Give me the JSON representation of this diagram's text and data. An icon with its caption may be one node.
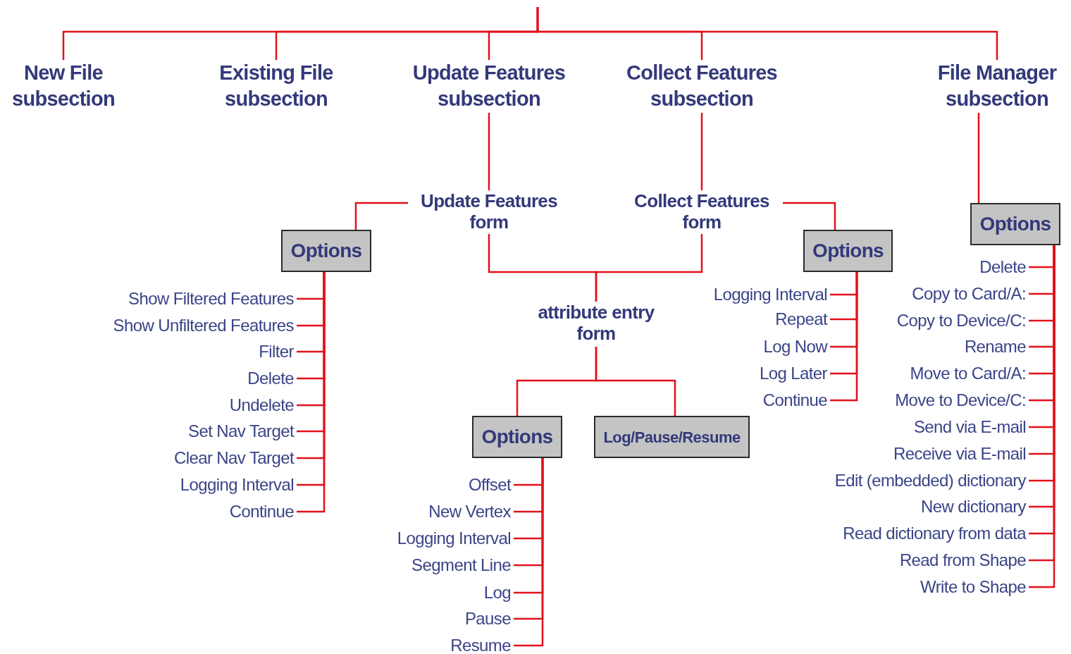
{
  "diagram": {
    "nodes": [
      {
        "text": [
          "New File subsection"
        ]
      },
      {
        "text": [
          "Existing File subsection"
        ]
      },
      {
        "text": [
          "Update Features subsection"
        ]
      },
      {
        "text": [
          "Collect Features subsection"
        ]
      },
      {
        "text": [
          "File Manager subsection"
        ]
      },
      {
        "text": [
          "Update Features form"
        ]
      },
      {
        "text": [
          "Collect Features form"
        ]
      },
      {
        "text": [
          "Options"
        ]
      },
      {
        "text": [
          "Options"
        ]
      },
      {
        "text": [
          "Options"
        ]
      },
      {
        "text": [
          "attribute entry form"
        ]
      },
      {
        "text": [
          "Options"
        ]
      },
      {
        "text": [
          "Log/Pause/Resume"
        ]
      },
      {
        "text": [
          "Show Filtered Features"
        ]
      },
      {
        "text": [
          "Show Unfiltered Features"
        ]
      },
      {
        "text": [
          "Filter"
        ]
      },
      {
        "text": [
          "Delete"
        ]
      },
      {
        "text": [
          "Undelete"
        ]
      },
      {
        "text": [
          "Set Nav Target"
        ]
      },
      {
        "text": [
          "Clear Nav Target"
        ]
      },
      {
        "text": [
          "Logging Interval"
        ]
      },
      {
        "text": [
          "Continue"
        ]
      },
      {
        "text": [
          "Logging Interval"
        ]
      },
      {
        "text": [
          "Repeat"
        ]
      },
      {
        "text": [
          "Log Now"
        ]
      },
      {
        "text": [
          "Log Later"
        ]
      },
      {
        "text": [
          "Continue"
        ]
      },
      {
        "text": [
          "Delete"
        ]
      },
      {
        "text": [
          "Copy to Card/A:"
        ]
      },
      {
        "text": [
          "Copy to Device/C:"
        ]
      },
      {
        "text": [
          "Rename"
        ]
      },
      {
        "text": [
          "Move to Card/A:"
        ]
      },
      {
        "text": [
          "Move to Device/C:"
        ]
      },
      {
        "text": [
          "Send via E-mail"
        ]
      },
      {
        "text": [
          "Receive via E-mail"
        ]
      },
      {
        "text": [
          "Edit (embedded) dictionary"
        ]
      },
      {
        "text": [
          "New dictionary"
        ]
      },
      {
        "text": [
          "Read dictionary from data"
        ]
      },
      {
        "text": [
          "Read from Shape"
        ]
      },
      {
        "text": [
          "Write to Shape"
        ]
      },
      {
        "text": [
          "Offset"
        ]
      },
      {
        "text": [
          "New Vertex"
        ]
      },
      {
        "text": [
          "Logging Interval"
        ]
      },
      {
        "text": [
          "Segment Line"
        ]
      },
      {
        "text": [
          "Log"
        ]
      },
      {
        "text": [
          "Pause"
        ]
      },
      {
        "text": [
          "Resume"
        ]
      }
    ],
    "edges": [
      {
        "from": null,
        "to": 0,
        "arrow": "none"
      },
      {
        "from": null,
        "to": 1,
        "arrow": "none"
      },
      {
        "from": null,
        "to": 2,
        "arrow": "none"
      },
      {
        "from": null,
        "to": 3,
        "arrow": "none"
      },
      {
        "from": null,
        "to": 4,
        "arrow": "none"
      },
      {
        "from": 2,
        "to": 5,
        "arrow": "none"
      },
      {
        "from": 3,
        "to": 6,
        "arrow": "none"
      },
      {
        "from": 5,
        "to": 7,
        "arrow": "none"
      },
      {
        "from": 6,
        "to": 8,
        "arrow": "none"
      },
      {
        "from": 4,
        "to": 9,
        "arrow": "none"
      },
      {
        "from": 5,
        "to": 10,
        "arrow": "none"
      },
      {
        "from": 6,
        "to": 10,
        "arrow": "none"
      },
      {
        "from": 10,
        "to": 11,
        "arrow": "none"
      },
      {
        "from": 10,
        "to": 12,
        "arrow": "none"
      },
      {
        "from": 7,
        "to": 13,
        "arrow": "none"
      },
      {
        "from": 7,
        "to": 14,
        "arrow": "none"
      },
      {
        "from": 7,
        "to": 15,
        "arrow": "none"
      },
      {
        "from": 7,
        "to": 16,
        "arrow": "none"
      },
      {
        "from": 7,
        "to": 17,
        "arrow": "none"
      },
      {
        "from": 7,
        "to": 18,
        "arrow": "none"
      },
      {
        "from": 7,
        "to": 19,
        "arrow": "none"
      },
      {
        "from": 7,
        "to": 20,
        "arrow": "none"
      },
      {
        "from": 7,
        "to": 21,
        "arrow": "none"
      },
      {
        "from": 8,
        "to": 22,
        "arrow": "none"
      },
      {
        "from": 8,
        "to": 23,
        "arrow": "none"
      },
      {
        "from": 8,
        "to": 24,
        "arrow": "none"
      },
      {
        "from": 8,
        "to": 25,
        "arrow": "none"
      },
      {
        "from": 8,
        "to": 26,
        "arrow": "none"
      },
      {
        "from": 9,
        "to": 27,
        "arrow": "none"
      },
      {
        "from": 9,
        "to": 28,
        "arrow": "none"
      },
      {
        "from": 9,
        "to": 29,
        "arrow": "none"
      },
      {
        "from": 9,
        "to": 30,
        "arrow": "none"
      },
      {
        "from": 9,
        "to": 31,
        "arrow": "none"
      },
      {
        "from": 9,
        "to": 32,
        "arrow": "none"
      },
      {
        "from": 9,
        "to": 33,
        "arrow": "none"
      },
      {
        "from": 9,
        "to": 34,
        "arrow": "none"
      },
      {
        "from": 9,
        "to": 35,
        "arrow": "none"
      },
      {
        "from": 9,
        "to": 36,
        "arrow": "none"
      },
      {
        "from": 9,
        "to": 37,
        "arrow": "none"
      },
      {
        "from": 9,
        "to": 38,
        "arrow": "none"
      },
      {
        "from": 9,
        "to": 39,
        "arrow": "none"
      },
      {
        "from": 11,
        "to": 40,
        "arrow": "none"
      },
      {
        "from": 11,
        "to": 41,
        "arrow": "none"
      },
      {
        "from": 11,
        "to": 42,
        "arrow": "none"
      },
      {
        "from": 11,
        "to": 43,
        "arrow": "none"
      },
      {
        "from": 11,
        "to": 44,
        "arrow": "none"
      },
      {
        "from": 11,
        "to": 45,
        "arrow": "none"
      },
      {
        "from": 11,
        "to": 46,
        "arrow": "none"
      }
    ]
  }
}
